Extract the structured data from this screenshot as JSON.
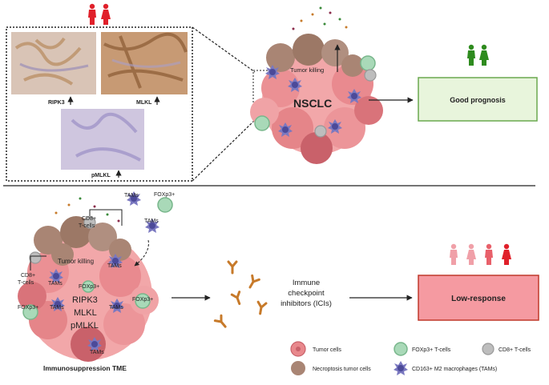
{
  "top": {
    "micro_labels": [
      "RIPK3",
      "MLKL",
      "pMLKL"
    ],
    "tumor_killing": "Tumor killing",
    "nsclc": "NSCLC",
    "outcome": "Good prognosis"
  },
  "bottom": {
    "cd8_top": "CD8+\nT-cells",
    "cd8_left": "CD8+\nT-cells",
    "tams": "TAMs",
    "foxp3": "FOXp3+",
    "tumor_killing": "Tumor killing",
    "markers": [
      "RIPK3",
      "MLKL",
      "pMLKL"
    ],
    "caption": "Immunosuppression TME",
    "ici_lines": [
      "Immune",
      "checkpoint",
      "inhibitors (ICIs)"
    ],
    "outcome": "Low-response"
  },
  "legend": {
    "tumor_cells": "Tumor cells",
    "foxp3_cells": "FOXp3+ T-cells",
    "cd8_cells": "CD8+ T-cells",
    "necroptosis": "Necroptosis tumor cells",
    "macrophages": "CD163+ M2 macrophages (TAMs)"
  },
  "colors": {
    "tumor": "#e8888c",
    "tumor_dark": "#c9616a",
    "necro": "#a98574",
    "foxp3": "#a9d9b8",
    "cd8": "#bdbdbd",
    "tam": "#7a78c0",
    "good_fill": "#e8f5dc",
    "good_border": "#6aa84f",
    "low_fill": "#f59aa1",
    "low_border": "#c0392b",
    "red_person": "#e0202a",
    "green_person": "#2e8b1e",
    "pink_person": "#f0a0a8"
  }
}
